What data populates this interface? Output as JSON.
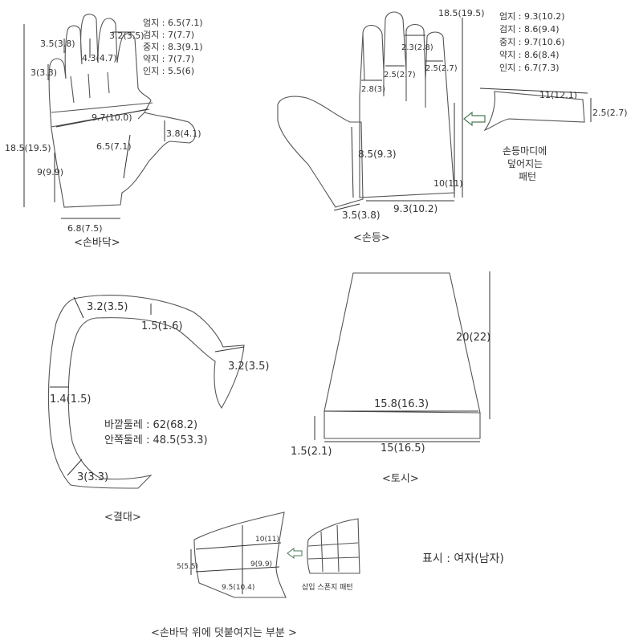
{
  "palm": {
    "caption": "<손바닥>",
    "finger_lengths": [
      "엄지 : 6.5(7.1)",
      "검지 : 7(7.7)",
      "중지 : 8.3(9.1)",
      "약지 : 7(7.7)",
      "인지 : 5.5(6)"
    ],
    "dims": {
      "pinky_width": "3(3.3)",
      "ring_width": "3.5(3.8)",
      "middle_seg": "4.3(4.7)",
      "index_width": "3.2(3.5)",
      "palm_width": "9.7(10.0)",
      "total_height": "18.5(19.5)",
      "thumb_height": "6.5(7.1)",
      "thumb_width": "3.8(4.1)",
      "lower_height": "9(9.9)",
      "bottom_width": "6.8(7.5)"
    }
  },
  "back": {
    "caption": "<손등>",
    "finger_lengths": [
      "엄지 : 9.3(10.2)",
      "검지 : 8.6(9.4)",
      "중지 : 9.7(10.6)",
      "약지 : 8.6(8.4)",
      "인지 : 6.7(7.3)"
    ],
    "dims": {
      "total_height": "18.5(19.5)",
      "index_width": "2.3(2.8)",
      "mid_width": "2.5(2.7)",
      "right_width": "2.5(2.7)",
      "pinky_width": "2.8(3)",
      "thumb_height": "8.5(9.3)",
      "thumb_width": "3.5(3.8)",
      "bottom_width": "9.3(10.2)",
      "lower_height": "10(11)",
      "strip_length": "11(12.1)",
      "strip_width": "2.5(2.7)"
    },
    "note": [
      "손등마디에",
      "덮어지는",
      "패턴"
    ]
  },
  "gusset": {
    "caption": "<결대>",
    "dims": {
      "w1": "3.2(3.5)",
      "w2": "1.5(1.6)",
      "w3": "3.2(3.5)",
      "w4": "1.4(1.5)",
      "w5": "3(3.3)"
    },
    "outer_circumference": "바깥둘레 : 62(68.2)",
    "inner_circumference": "안쪽둘레 : 48.5(53.3)"
  },
  "cuff": {
    "caption": "<토시>",
    "dims": {
      "height": "20(22)",
      "top_width": "15.8(16.3)",
      "bottom_width": "15(16.5)",
      "edge": "1.5(2.1)"
    }
  },
  "overlay": {
    "caption": "<손바닥 위에 덧붙여지는 부분 >",
    "dims": {
      "top": "10(11)",
      "height": "5(5.5)",
      "middle": "9(9.9)",
      "bottom": "9.5(10.4)"
    },
    "sponge_label": "삽입 스폰지 패턴"
  },
  "legend": "표시 : 여자(남자)",
  "colors": {
    "line": "#555555",
    "text": "#333333",
    "arrow_accent": "#4a7a55"
  }
}
